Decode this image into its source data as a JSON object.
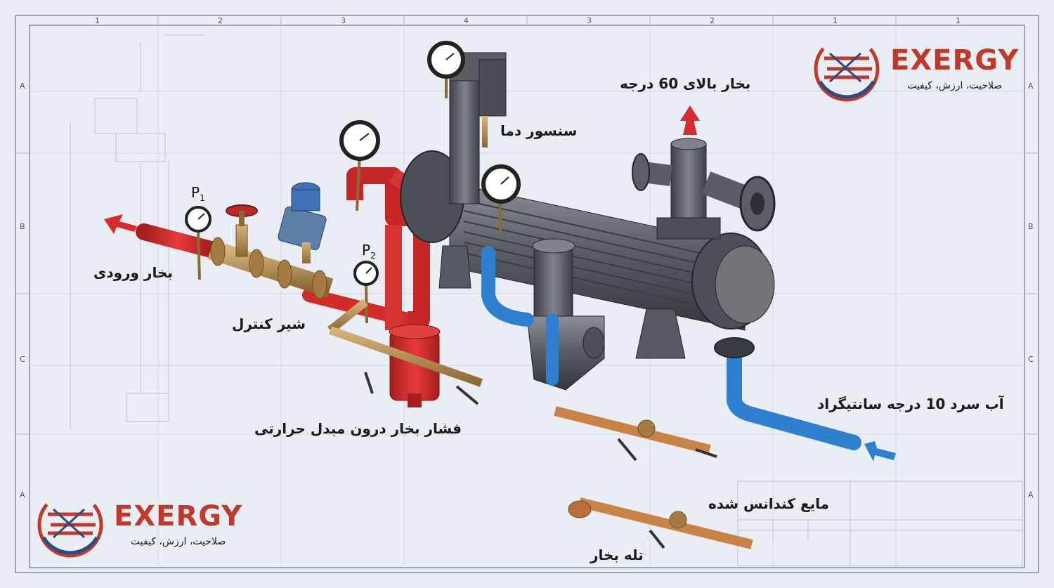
{
  "labels": {
    "inlet_steam": "بخار ورودی",
    "control_valve": "شیر کنترل",
    "steam_pressure": "فشار بخار درون مبدل حرارتی",
    "temp_sensor": "سنسور دما",
    "steam_out": "بخار بالای 60 درجه",
    "cold_water": "آب سرد 10 درجه سانتیگراد",
    "condensate": "مایع کندانس شده",
    "steam_trap": "تله بخار"
  },
  "gauges": {
    "p1": "P",
    "p1_sub": "1",
    "p2": "P",
    "p2_sub": "2"
  },
  "logo": {
    "brand": "EXERGY",
    "tagline": "صلاحیت، ارزش، کیفیت"
  },
  "frame": {
    "top_numbers": [
      "1",
      "2",
      "3",
      "4",
      "3",
      "2",
      "1",
      "1"
    ],
    "side_letters": [
      "A",
      "B",
      "C",
      "A"
    ]
  },
  "colors": {
    "steam": "#d92b2b",
    "water": "#2f7fd0",
    "condensate": "#d98b4e",
    "vessel": "#5d6168",
    "brass": "#b08a4f",
    "brand": "#c0392b",
    "brand_blue": "#2b4c7e"
  },
  "icons": [
    "exergy-logo-icon",
    "pressure-gauge-icon",
    "flow-arrow-icon"
  ]
}
